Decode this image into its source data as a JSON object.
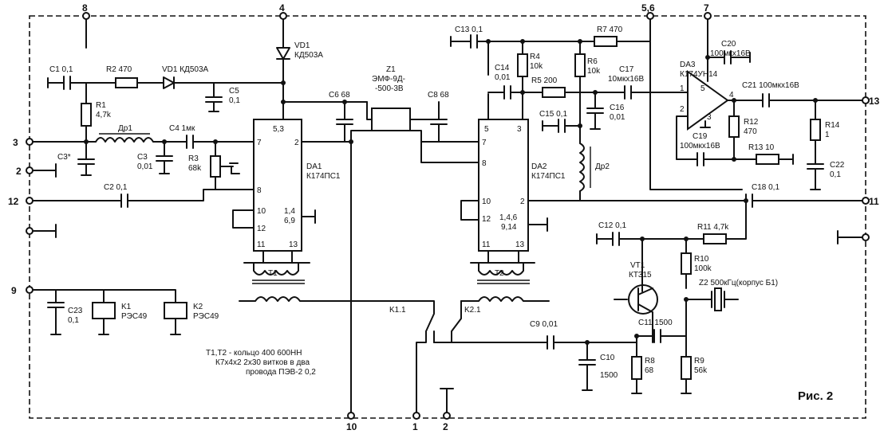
{
  "terminals": {
    "t8": "8",
    "t4": "4",
    "t56": "5,6",
    "t7": "7",
    "t3": "3",
    "t2l": "2",
    "t12": "12",
    "t9": "9",
    "t13": "13",
    "t11": "11",
    "t10": "10",
    "t1": "1",
    "t2b": "2"
  },
  "parts": {
    "c1": "C1 0,1",
    "r2": "R2 470",
    "vd1a": "VD1 КД503А",
    "vd1b": "VD1",
    "vd1c": "КД503А",
    "r1a": "R1",
    "r1b": "4,7k",
    "c5a": "C5",
    "c5b": "0,1",
    "dr1": "Др1",
    "c4": "C4 1мк",
    "c3x": "C3*",
    "c3a": "C3",
    "c3b": "0,01",
    "r3a": "R3",
    "r3b": "68k",
    "c2": "C2 0,1",
    "c6": "C6 68",
    "z1a": "Z1",
    "z1b": "ЭМФ-9Д-",
    "z1c": "-500-3В",
    "c8": "C8 68",
    "c13": "C13 0,1",
    "r7": "R7 470",
    "c14a": "C14",
    "c14b": "0,01",
    "r4a": "R4",
    "r4b": "10k",
    "r5": "R5 200",
    "r6a": "R6",
    "r6b": "10k",
    "c17a": "C17",
    "c17b": "10мкх16В",
    "c16a": "C16",
    "c16b": "0,01",
    "c15": "C15 0,1",
    "dr2": "Др2",
    "c20a": "C20",
    "c20b": "100мкх16В",
    "da3a": "DA3",
    "da3b": "К174УН14",
    "c21": "C21 100мкх16В",
    "r12a": "R12",
    "r12b": "470",
    "c19a": "C19",
    "c19b": "100мкх16В",
    "r13": "R13 10",
    "r14a": "R14",
    "r14b": "1",
    "c22a": "C22",
    "c22b": "0,1",
    "c18": "C18 0,1",
    "c12": "C12 0,1",
    "r11": "R11 4,7k",
    "r10a": "R10",
    "r10b": "100k",
    "vt1a": "VT1",
    "vt1b": "КТ315",
    "z2": "Z2 500кГц(корпус Б1)",
    "c11": "C11 1500",
    "c9": "C9 0,01",
    "c10a": "C10",
    "c10b": "1500",
    "r8a": "R8",
    "r8b": "68",
    "r9a": "R9",
    "r9b": "56k",
    "k11": "K1.1",
    "k21": "K2.1",
    "c23a": "C23",
    "c23b": "0,1",
    "k1a": "K1",
    "k1b": "РЭС49",
    "k2a": "K2",
    "k2b": "РЭС49",
    "t1": "T1",
    "t2": "T2",
    "da1a": "DA1",
    "da1b": "К174ПС1",
    "da2a": "DA2",
    "da2b": "К174ПС1"
  },
  "pins": {
    "da1_53": "5,3",
    "da1_2": "2",
    "da1_7": "7",
    "da1_8": "8",
    "da1_10": "10",
    "da1_12": "12",
    "da1_11": "11",
    "da1_13": "13",
    "da1_146a": "1,4",
    "da1_146b": "6,9",
    "da2_5": "5",
    "da2_3": "3",
    "da2_7": "7",
    "da2_8": "8",
    "da2_10": "10",
    "da2_12": "12",
    "da2_2": "2",
    "da2_11": "11",
    "da2_13": "13",
    "da2_146a": "1,4,6",
    "da2_146b": "9,14",
    "da3_1": "1",
    "da3_5": "5",
    "da3_2": "2",
    "da3_4": "4",
    "da3_3": "3"
  },
  "notes": {
    "line1": "T1,T2 - кольцо 400   600НН",
    "line2": "К7х4х2  2х30 витков в два",
    "line3": "провода ПЭВ-2 0,2"
  },
  "figure": "Рис. 2"
}
